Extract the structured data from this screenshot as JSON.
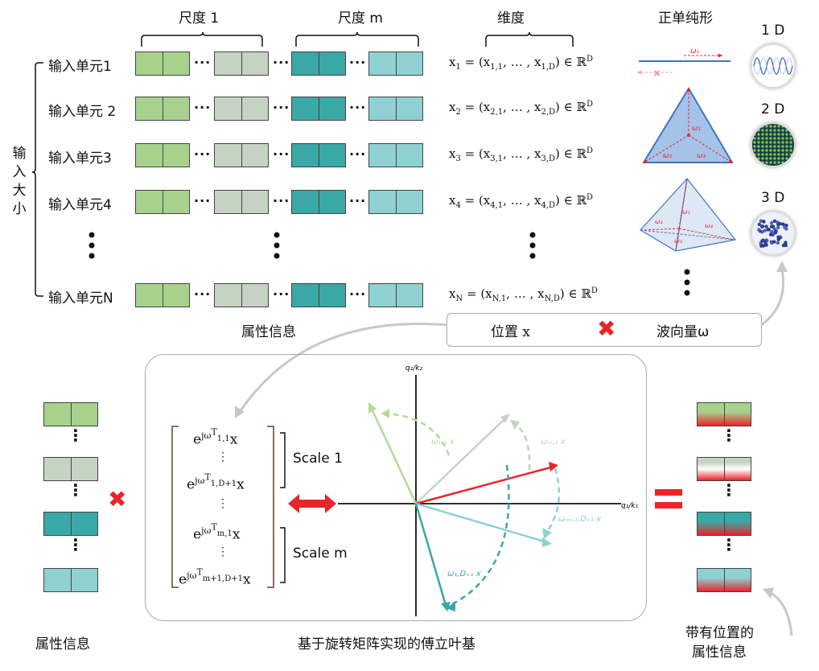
{
  "header": {
    "scale1": "尺度 1",
    "scalem": "尺度 m",
    "dimension": "维度",
    "simplex": "正单纯形",
    "d1": "1 D",
    "d2": "2 D",
    "d3": "3 D"
  },
  "input_size_label": "输入大小",
  "rows": [
    {
      "label": "输入单元1",
      "x": "x",
      "sub": "1",
      "comp": "1,1",
      "compD": "1,D"
    },
    {
      "label": "输入单元 2",
      "x": "x",
      "sub": "2",
      "comp": "2,1",
      "compD": "2,D"
    },
    {
      "label": "输入单元3",
      "x": "x",
      "sub": "3",
      "comp": "3,1",
      "compD": "3,D"
    },
    {
      "label": "输入单元4",
      "x": "x",
      "sub": "4",
      "comp": "4,1",
      "compD": "4,D"
    },
    {
      "label": "输入单元N",
      "x": "x",
      "sub": "N",
      "comp": "N,1",
      "compD": "N,D"
    }
  ],
  "eq_parts": {
    "eq": " = (",
    "dots": ", … , ",
    "tail": ") ∈ ℝ",
    "sup": "D"
  },
  "attr_info": "属性信息",
  "position_box": {
    "pos": "位置 x",
    "wave": "波向量ω"
  },
  "matrix": {
    "e1": "1,1",
    "e2": "1,D+1",
    "e3": "m,1",
    "e4": "m+1,D+1",
    "scale1": "Scale 1",
    "scalem": "Scale m"
  },
  "axes": {
    "y": "q₂/k₂",
    "x": "q₁/k₁"
  },
  "vec_labels": {
    "w11": "ω₁,₁ x",
    "wm1": "ωₘ,₁ x",
    "wmD": "ωₘ₊₁,D₊₁ x",
    "w1D": "ω₁,D₊₁ x"
  },
  "simplex_labels": {
    "w1": "ω₁",
    "w2": "ω₂",
    "w3": "ω₃",
    "w4": "ω₄"
  },
  "bottom_left_label": "属性信息",
  "bottom_center_label": "基于旋转矩阵实现的傅立叶基",
  "bottom_right_label_1": "带有位置的",
  "bottom_right_label_2": "属性信息",
  "colors": {
    "green": "#a8d18d",
    "gray": "#c5d3c3",
    "teal": "#3aa8a6",
    "lightteal": "#8fd0d3",
    "red": "#e8252a"
  }
}
